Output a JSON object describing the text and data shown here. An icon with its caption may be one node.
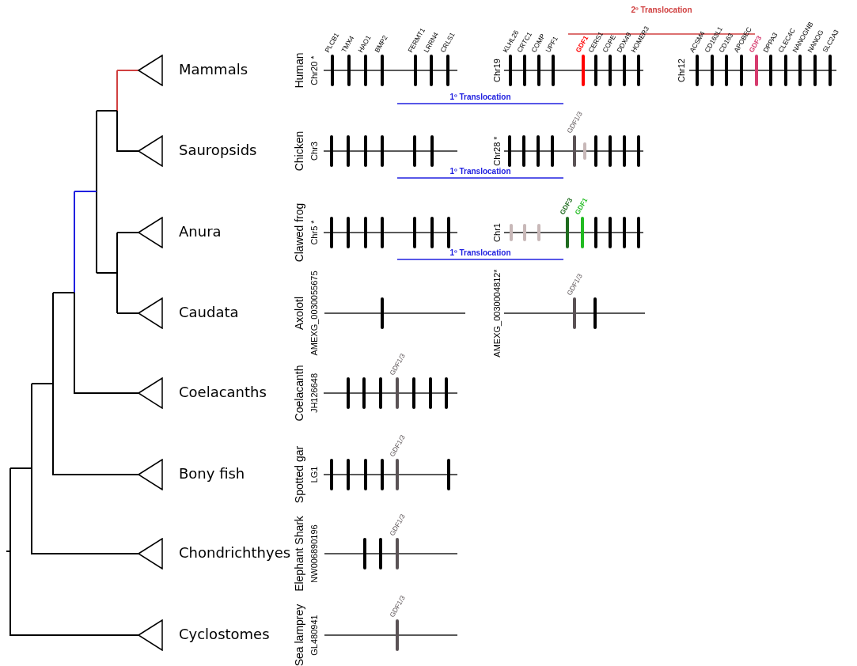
{
  "diagram": {
    "nodes": [
      {
        "text": [
          "Mammals"
        ]
      },
      {
        "text": [
          "Sauropsids"
        ]
      },
      {
        "text": [
          "Anura"
        ]
      },
      {
        "text": [
          "Caudata"
        ]
      },
      {
        "text": [
          "Coelacanths"
        ]
      },
      {
        "text": [
          "Bony fish"
        ]
      },
      {
        "text": [
          "Chondrichthyes"
        ]
      },
      {
        "text": [
          "Cyclostomes"
        ]
      }
    ],
    "edges": [],
    "labels": [
      "2º Translocation",
      "Human",
      "Chr20 *",
      "PLCB1",
      "TMX4",
      "HAO1",
      "BMP2",
      "FERMT1",
      "LRRN4",
      "CRLS1",
      "Chr19",
      "KLHL26",
      "CRTC1",
      "COMP",
      "UPF1",
      "GDF1",
      "CERS1",
      "COPE",
      "DDX49",
      "HOMER3",
      "Chr12",
      "ACSM4",
      "CD163L1",
      "CD163",
      "APOBEC",
      "GDF3",
      "DPPA3",
      "CLEC4C",
      "NANOGNB",
      "NANOG",
      "SLC2A3",
      "1º Translocation",
      "Chicken",
      "Chr3",
      "Chr28 *",
      "GDF1/3",
      "1º Translocation",
      "Clawed frog",
      "Chr5 *",
      "Chr1",
      "GDF3",
      "GDF1",
      "1º Translocation",
      "Axolotl",
      "AMEXG_0030055675",
      "AMEXG_0030004812*",
      "GDF1/3",
      "Coelacanth",
      "JH126648",
      "GDF1/3",
      "Spotted gar",
      "LG1",
      "GDF1/3",
      "Elephant Shark",
      "NW006890196",
      "GDF1/3",
      "Sea lamprey",
      "GL480941",
      "GDF1/3"
    ]
  }
}
